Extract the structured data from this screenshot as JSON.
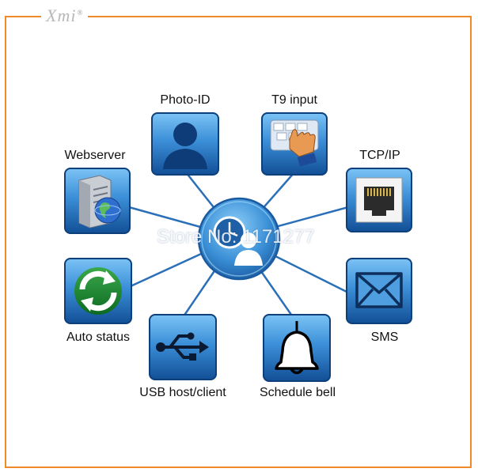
{
  "brand": {
    "name": "Xmi",
    "mark": "®"
  },
  "watermark": "Store No: 1171277",
  "colors": {
    "border": "#f08a2a",
    "tile_dark": "#1a5fa8",
    "tile_light": "#58a9ea",
    "connector": "#2a6fb8"
  },
  "center": {
    "icon": "clock-person-icon"
  },
  "features": [
    {
      "label": "Photo-ID",
      "icon": "person-silhouette-icon"
    },
    {
      "label": "T9 input",
      "icon": "keypad-hand-icon"
    },
    {
      "label": "TCP/IP",
      "icon": "ethernet-port-icon"
    },
    {
      "label": "SMS",
      "icon": "envelope-icon"
    },
    {
      "label": "Schedule bell",
      "icon": "bell-icon"
    },
    {
      "label": "USB host/client",
      "icon": "usb-icon"
    },
    {
      "label": "Auto status",
      "icon": "recycle-arrows-icon"
    },
    {
      "label": "Webserver",
      "icon": "server-globe-icon"
    }
  ]
}
